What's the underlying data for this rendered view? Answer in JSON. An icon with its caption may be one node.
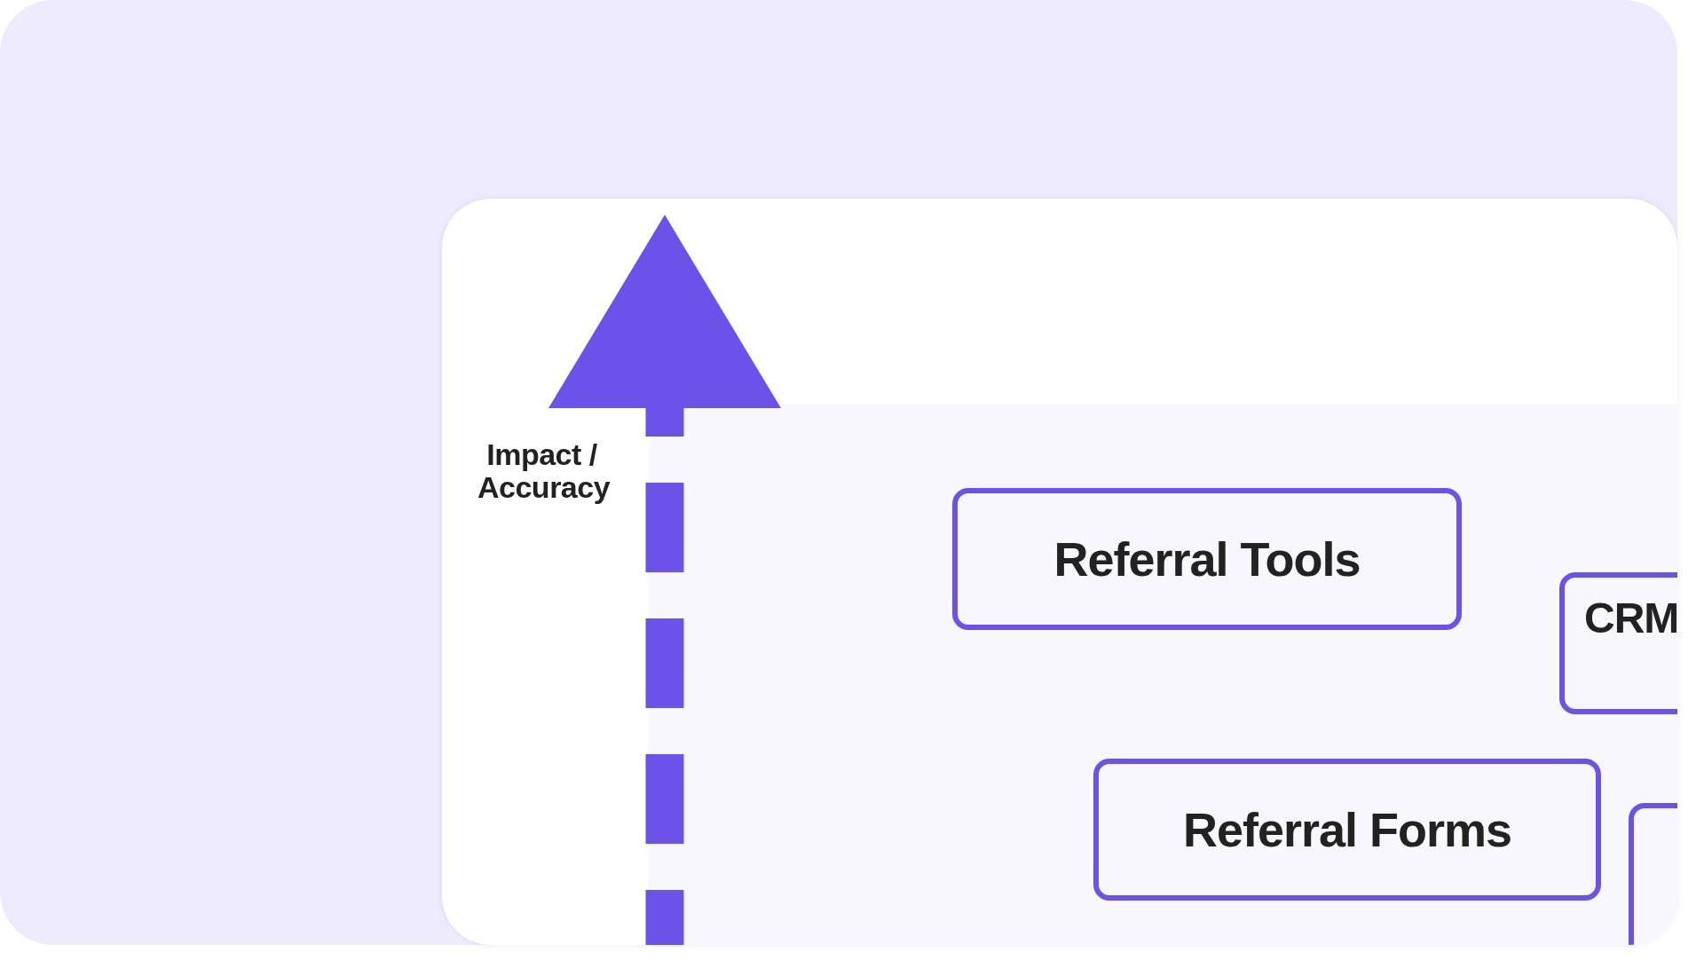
{
  "diagram": {
    "nodes": [
      {
        "text": [
          "Referral Tools"
        ]
      },
      {
        "text": [
          "CRM"
        ]
      },
      {
        "text": [
          "Referral Forms"
        ]
      },
      {
        "text": [],
        "shape": "box"
      }
    ],
    "labels": [
      "Impact / Accuracy"
    ]
  }
}
